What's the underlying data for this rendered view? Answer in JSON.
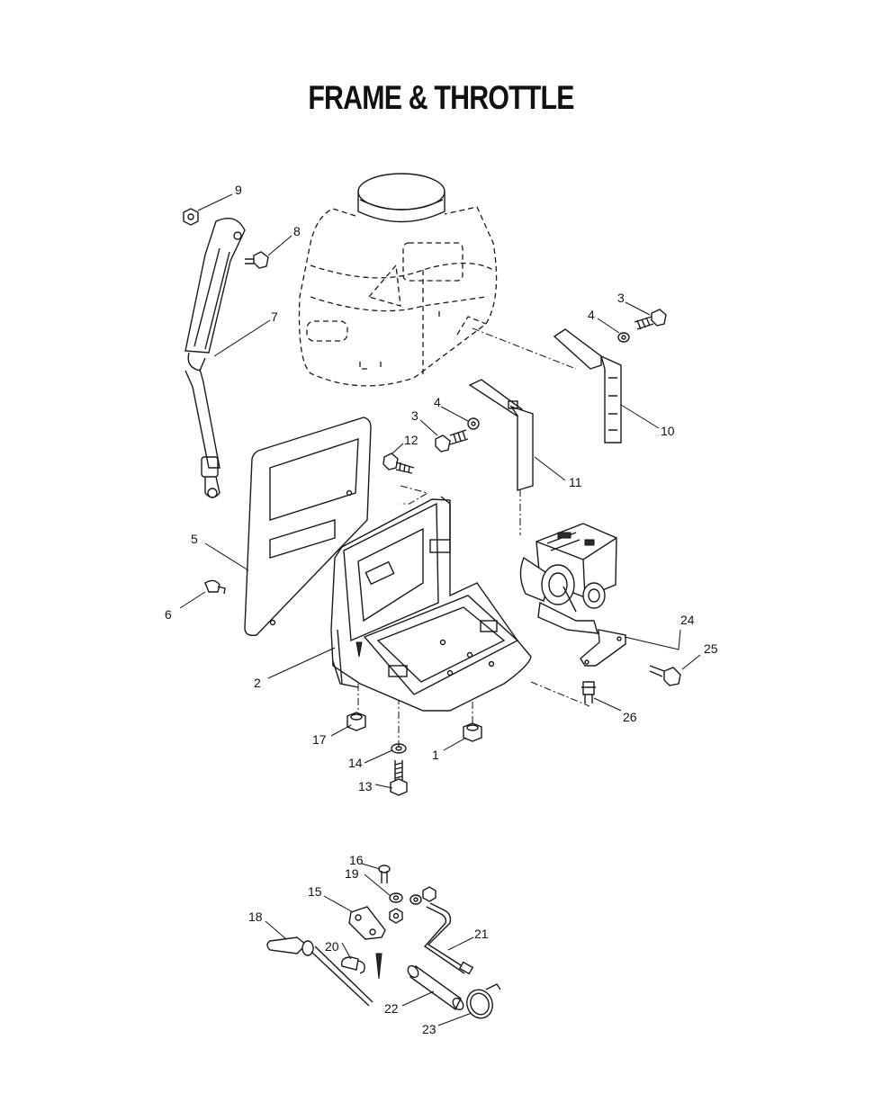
{
  "title": "FRAME & THROTTLE",
  "callouts": [
    "1",
    "2",
    "3",
    "4",
    "5",
    "6",
    "7",
    "8",
    "9",
    "10",
    "11",
    "12",
    "13",
    "14",
    "15",
    "16",
    "17",
    "18",
    "19",
    "20",
    "21",
    "22",
    "23",
    "24",
    "25",
    "26"
  ],
  "colors": {
    "ink": "#1a1a1a",
    "background": "#ffffff"
  }
}
